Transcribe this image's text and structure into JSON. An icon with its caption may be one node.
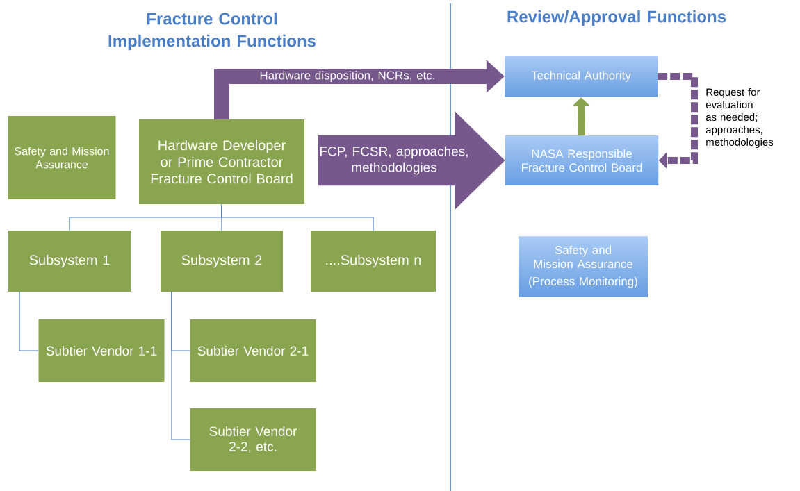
{
  "diagram": {
    "nodes": [
      {
        "text": [
          "Safety and Mission Assurance"
        ]
      },
      {
        "text": [
          "Hardware Developer or Prime Contractor Fracture Control Board"
        ]
      },
      {
        "text": [
          "Subsystem 1"
        ]
      },
      {
        "text": [
          "Subsystem 2"
        ]
      },
      {
        "text": [
          "....Subsystem n"
        ]
      },
      {
        "text": [
          "Subtier Vendor 1-1"
        ]
      },
      {
        "text": [
          "Subtier Vendor 2-1"
        ]
      },
      {
        "text": [
          "Subtier Vendor 2-2, etc."
        ]
      },
      {
        "text": [
          "Technical Authority"
        ]
      },
      {
        "text": [
          "NASA Responsible Fracture Control Board"
        ]
      },
      {
        "text": [
          "Safety and Mission Assurance",
          "(Process Monitoring)"
        ]
      }
    ],
    "edges": [
      {
        "from": 1,
        "to": 2,
        "arrow": "none"
      },
      {
        "from": 1,
        "to": 3,
        "arrow": "none"
      },
      {
        "from": 1,
        "to": 4,
        "arrow": "none"
      },
      {
        "from": 2,
        "to": 5,
        "arrow": "none"
      },
      {
        "from": 3,
        "to": 6,
        "arrow": "none"
      },
      {
        "from": 3,
        "to": 7,
        "arrow": "none"
      },
      {
        "from": 1,
        "to": 8,
        "arrow": "to",
        "label": "Hardware disposition, NCRs, etc.",
        "style": "thick",
        "color": "#76588c"
      },
      {
        "from": null,
        "to": 9,
        "arrow": "to",
        "label": "FCP, FCSR, approaches, methodologies",
        "style": "thick",
        "color": "#76588c"
      },
      {
        "from": 9,
        "to": 8,
        "arrow": "to",
        "style": "thick",
        "color": "#88a44c"
      },
      {
        "from": 8,
        "to": 9,
        "arrow": "to",
        "label": "Request for evaluation as needed; approaches, methodologies",
        "style": "dashed",
        "color": "#76588c"
      }
    ],
    "labels": [
      "Fracture Control Implementation Functions",
      "Review/Approval Functions"
    ]
  }
}
